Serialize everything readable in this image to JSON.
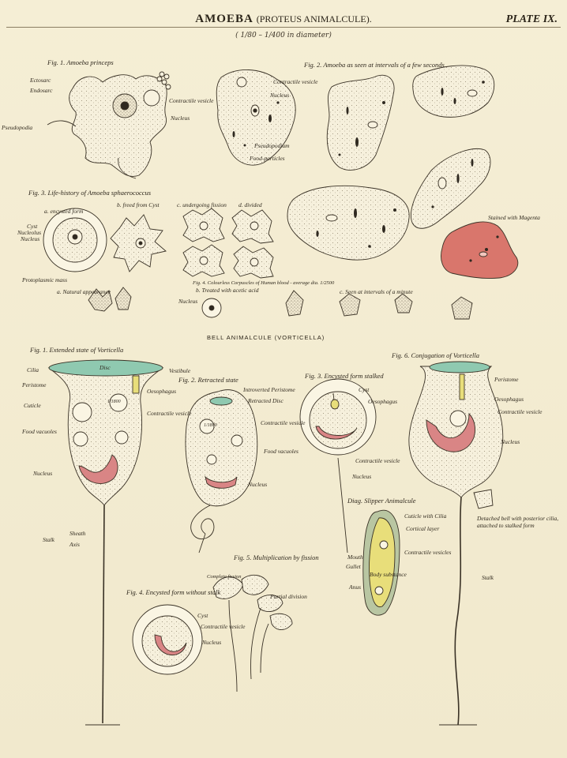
{
  "header": {
    "title": "AMOEBA",
    "subtitle": "(PROTEUS ANIMALCULE).",
    "plate": "PLATE IX.",
    "diameter": "( 1/80 – 1/400 in diameter)"
  },
  "amoeba": {
    "fig1": {
      "title": "Fig. 1.  Amoeba princeps",
      "labels": [
        "Ectosarc",
        "Endosarc",
        "Contractile vesicle",
        "Nucleus",
        "Pseudopodia"
      ]
    },
    "fig2": {
      "title": "Fig. 2.  Amoeba as seen at intervals of a few seconds",
      "labels": [
        "Contractile vesicle",
        "Nucleus",
        "Pseudopodium",
        "Food-particles",
        "Stained with Magenta"
      ]
    },
    "fig3": {
      "title": "Fig. 3.  Life-history of Amoeba sphaerococcus",
      "labels": [
        "a. encysted form",
        "Cyst",
        "Nucleolus",
        "Nucleus",
        "Protoplasmic mass",
        "b. freed from Cyst",
        "c. undergoing fission",
        "d. divided"
      ]
    },
    "fig4": {
      "title": "Fig. 4.  Colourless Corpuscles of Human blood - average dia. 1/2500",
      "labels": [
        "a. Natural appearance",
        "b. Treated with acetic acid",
        "Nucleus",
        "c. Seen at intervals of a minute"
      ]
    }
  },
  "vorticella": {
    "section_title": "BELL ANIMALCULE (VORTICELLA)",
    "fig1": {
      "title": "Fig. 1.  Extended state of Vorticella",
      "labels": [
        "Cilia",
        "Disc",
        "Vestibule",
        "Peristome",
        "Oesophagus",
        "Cuticle",
        "Contractile vesicle",
        "Food vacuoles",
        "Nucleus",
        "Stalk",
        "Sheath",
        "Axis"
      ],
      "scale": "1/1800"
    },
    "fig2": {
      "title": "Fig. 2.  Retracted state",
      "labels": [
        "Introverted Peristome",
        "Retracted Disc",
        "Contractile vesicle",
        "Food vacuoles",
        "Nucleus"
      ],
      "scale": "1/1800"
    },
    "fig3": {
      "title": "Fig. 3.  Encysted form stalked",
      "labels": [
        "Cyst",
        "Oesophagus",
        "Contractile vesicle",
        "Nucleus"
      ]
    },
    "fig4": {
      "title": "Fig. 4.  Encysted form without stalk",
      "labels": [
        "Cyst",
        "Contractile vesicle",
        "Nucleus"
      ]
    },
    "fig5": {
      "title": "Fig. 5.  Multiplication by fission",
      "labels": [
        "Complete fission",
        "Partial division"
      ]
    },
    "fig6": {
      "title": "Fig. 6.  Conjugation of Vorticella",
      "labels": [
        "Peristome",
        "Oesophagus",
        "Contractile vesicle",
        "Nucleus",
        "Detached bell with posterior cilia, attached to stalked form",
        "Stalk"
      ]
    },
    "slipper": {
      "title": "Diag.  Slipper Animalcule",
      "labels": [
        "Cuticle with Cilia",
        "Cortical layer",
        "Contractile vesicles",
        "Mouth",
        "Gullet",
        "Body substance",
        "Anus"
      ]
    }
  },
  "colors": {
    "paper": "#f3ecd2",
    "ink": "#2a241c",
    "magenta_stain": "#d9766c",
    "nucleus_red": "#d98585",
    "disc_green": "#8fc9b0",
    "yellow": "#e8de7a"
  }
}
